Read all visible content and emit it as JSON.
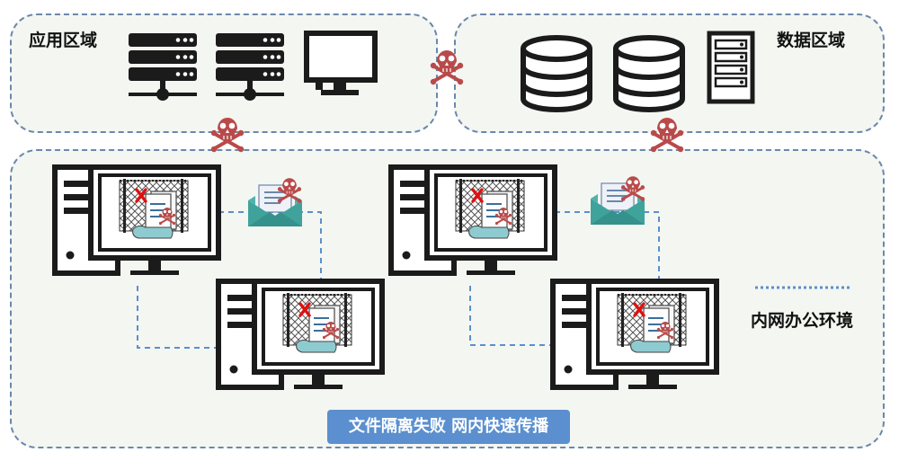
{
  "zones": {
    "app": {
      "label": "应用区域"
    },
    "data": {
      "label": "数据区域"
    },
    "office": {
      "label": "内网办公环境"
    }
  },
  "banner": {
    "text": "文件隔离失败 网内快速传播"
  },
  "icons": [
    "server-icon",
    "monitor-icon",
    "database-icon",
    "server-rack-icon",
    "skull-icon",
    "email-icon",
    "infected-pc-icon"
  ],
  "colors": {
    "dash_line": "#5b8fcf",
    "banner": "#5b8fcf",
    "skull": "#b94a4a",
    "cross": "#e01010",
    "paper": "#8ecbd0"
  }
}
